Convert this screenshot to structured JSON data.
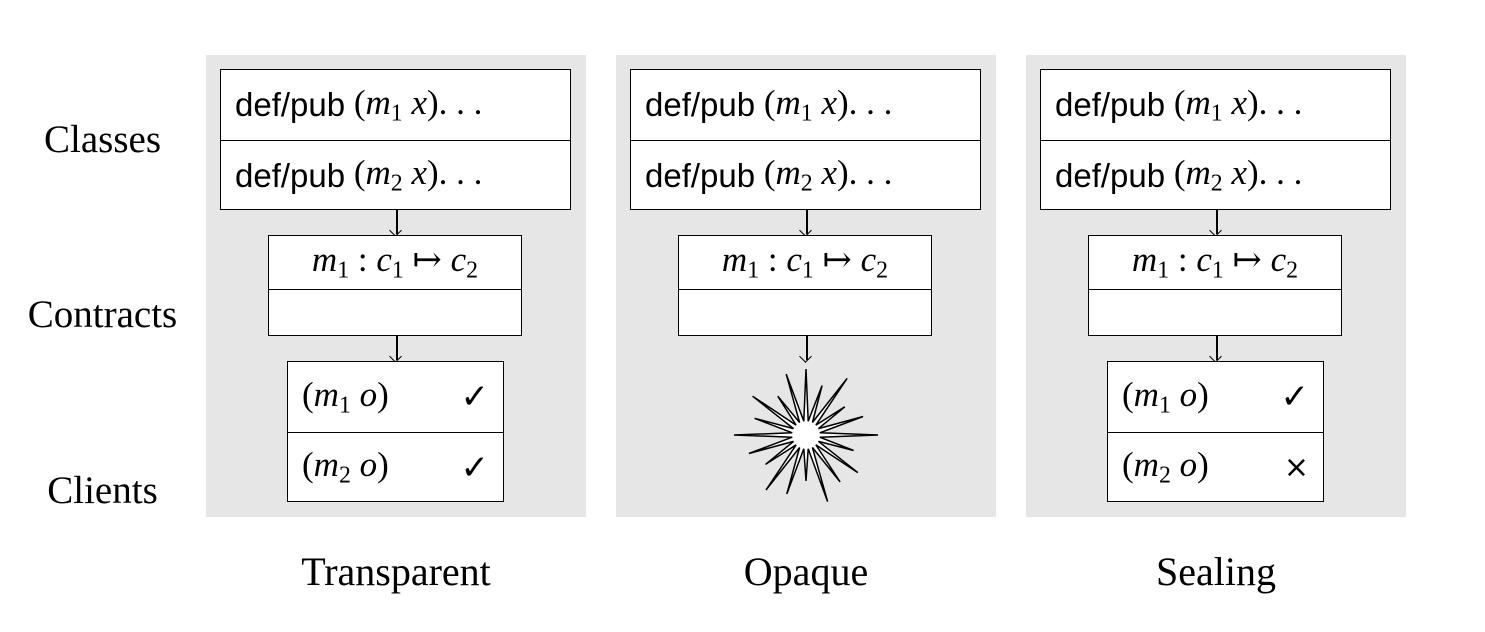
{
  "rows": {
    "classes": "Classes",
    "contracts": "Contracts",
    "clients": "Clients"
  },
  "code": {
    "def_pub": "def/pub"
  },
  "marks": {
    "check": "✓",
    "cross": "×"
  },
  "panels": [
    {
      "caption": "Transparent",
      "client_m1": "check",
      "client_m2": "check"
    },
    {
      "caption": "Opaque",
      "explosion": true
    },
    {
      "caption": "Sealing",
      "client_m1": "check",
      "client_m2": "cross"
    }
  ],
  "colors": {
    "panel_background": "#e6e6e6",
    "box_background": "#ffffff",
    "stroke": "#000000"
  }
}
